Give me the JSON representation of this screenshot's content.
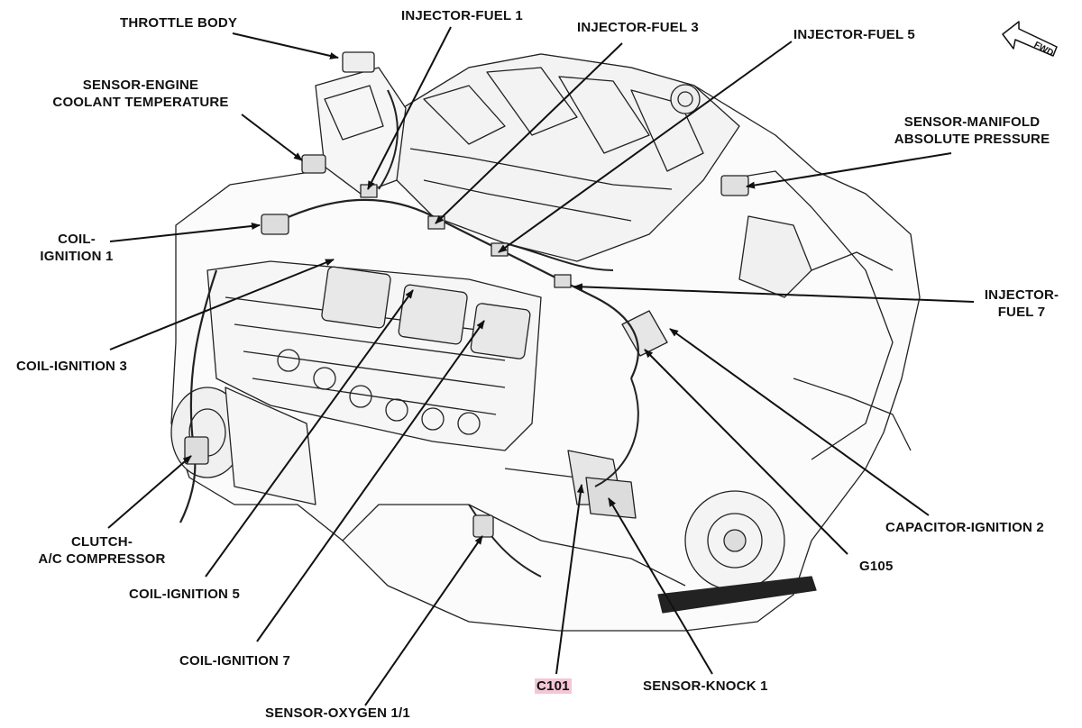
{
  "labels": {
    "throttle_body": "THROTTLE BODY",
    "injector_fuel_1": "INJECTOR-FUEL 1",
    "injector_fuel_3": "INJECTOR-FUEL 3",
    "injector_fuel_5": "INJECTOR-FUEL 5",
    "sensor_ect_line1": "SENSOR-ENGINE",
    "sensor_ect_line2": "COOLANT TEMPERATURE",
    "sensor_map_line1": "SENSOR-MANIFOLD",
    "sensor_map_line2": "ABSOLUTE PRESSURE",
    "coil_ignition_1_line1": "COIL-",
    "coil_ignition_1_line2": "IGNITION 1",
    "injector_fuel_7_line1": "INJECTOR-",
    "injector_fuel_7_line2": "FUEL 7",
    "coil_ignition_3": "COIL-IGNITION 3",
    "capacitor_ignition_2": "CAPACITOR-IGNITION 2",
    "clutch_line1": "CLUTCH-",
    "clutch_line2": "A/C COMPRESSOR",
    "g105": "G105",
    "coil_ignition_5": "COIL-IGNITION 5",
    "coil_ignition_7": "COIL-IGNITION 7",
    "c101": "C101",
    "sensor_knock_1": "SENSOR-KNOCK 1",
    "sensor_oxygen": "SENSOR-OXYGEN 1/1",
    "fwd": "FWD"
  },
  "colors": {
    "line": "#111111",
    "highlight": "#f4c6d6"
  }
}
